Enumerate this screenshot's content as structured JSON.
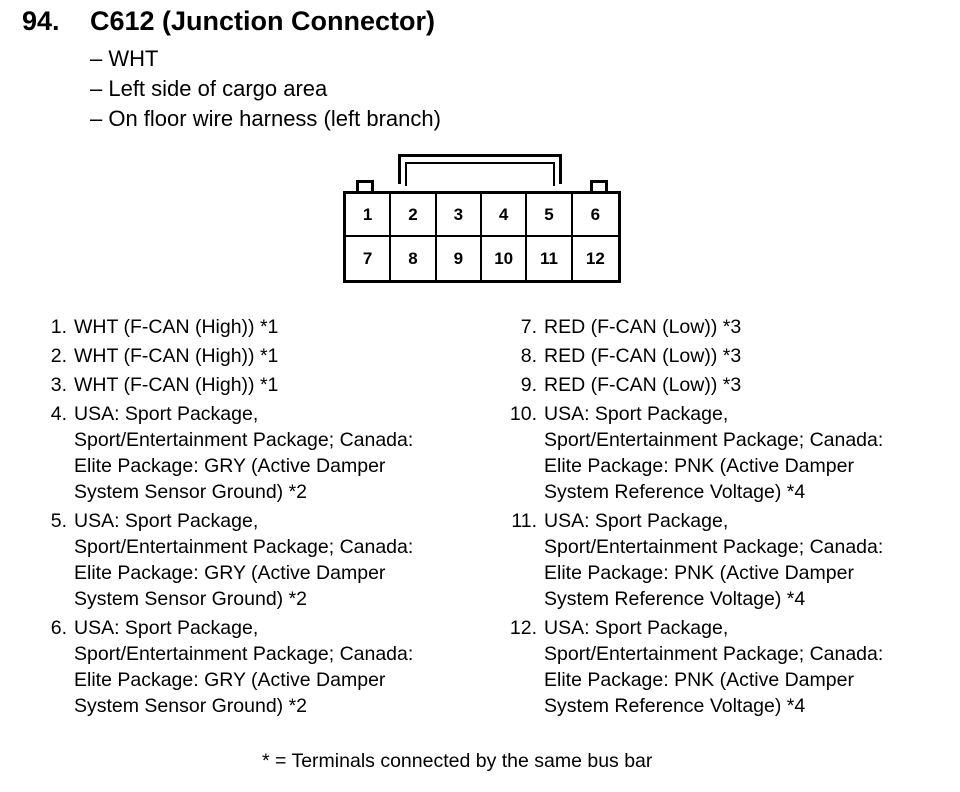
{
  "header": {
    "number": "94.",
    "title": "C612 (Junction Connector)"
  },
  "details": [
    "– WHT",
    "– Left side of cargo area",
    "– On floor wire harness (left branch)"
  ],
  "connector": {
    "top_row": [
      "1",
      "2",
      "3",
      "4",
      "5",
      "6"
    ],
    "bottom_row": [
      "7",
      "8",
      "9",
      "10",
      "11",
      "12"
    ]
  },
  "terminals_left": [
    {
      "num": "1.",
      "lines": [
        "WHT (F-CAN (High)) *1"
      ]
    },
    {
      "num": "2.",
      "lines": [
        "WHT (F-CAN (High)) *1"
      ]
    },
    {
      "num": "3.",
      "lines": [
        "WHT (F-CAN (High)) *1"
      ]
    },
    {
      "num": "4.",
      "lines": [
        "USA: Sport Package,",
        "Sport/Entertainment Package; Canada:",
        "Elite Package: GRY (Active Damper",
        "System Sensor Ground) *2"
      ]
    },
    {
      "num": "5.",
      "lines": [
        "USA: Sport Package,",
        "Sport/Entertainment Package; Canada:",
        "Elite Package: GRY (Active Damper",
        "System Sensor Ground) *2"
      ]
    },
    {
      "num": "6.",
      "lines": [
        "USA: Sport Package,",
        "Sport/Entertainment Package; Canada:",
        "Elite Package: GRY (Active Damper",
        "System Sensor Ground) *2"
      ]
    }
  ],
  "terminals_right": [
    {
      "num": "7.",
      "lines": [
        "RED (F-CAN (Low)) *3"
      ]
    },
    {
      "num": "8.",
      "lines": [
        "RED (F-CAN (Low)) *3"
      ]
    },
    {
      "num": "9.",
      "lines": [
        "RED (F-CAN (Low)) *3"
      ]
    },
    {
      "num": "10.",
      "lines": [
        "USA: Sport Package,",
        "Sport/Entertainment Package; Canada:",
        "Elite Package: PNK (Active Damper",
        "System Reference Voltage) *4"
      ]
    },
    {
      "num": "11.",
      "lines": [
        "USA: Sport Package,",
        "Sport/Entertainment Package; Canada:",
        "Elite Package: PNK (Active Damper",
        "System Reference Voltage) *4"
      ]
    },
    {
      "num": "12.",
      "lines": [
        "USA: Sport Package,",
        "Sport/Entertainment Package; Canada:",
        "Elite Package: PNK (Active Damper",
        "System Reference Voltage) *4"
      ]
    }
  ],
  "footnote": "* = Terminals connected by the same bus bar"
}
